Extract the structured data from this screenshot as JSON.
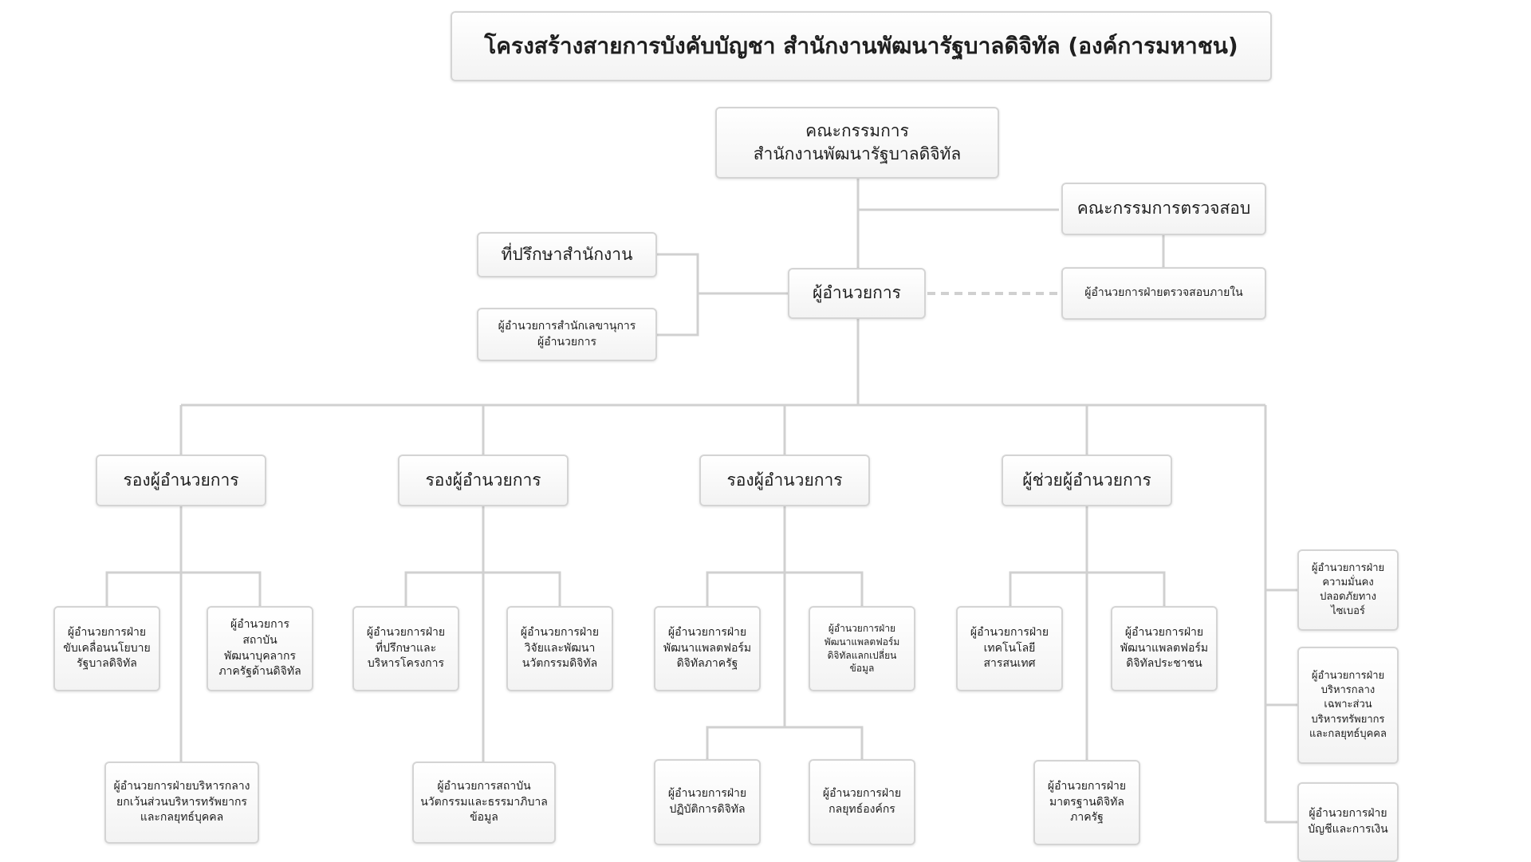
{
  "title": "โครงสร้างสายการบังคับบัญชา สำนักงานพัฒนารัฐบาลดิจิทัล (องค์การมหาชน)",
  "nodes": {
    "board": "คณะกรรมการ\nสำนักงานพัฒนารัฐบาลดิจิทัล",
    "audit_committee": "คณะกรรมการตรวจสอบ",
    "advisor": "ที่ปรึกษาสำนักงาน",
    "director_secretary": "ผู้อำนวยการสำนักเลขานุการ\nผู้อำนวยการ",
    "director": "ผู้อำนวยการ",
    "internal_audit": "ผู้อำนวยการฝ่ายตรวจสอบภายใน",
    "deputy_1": "รองผู้อำนวยการ",
    "deputy_2": "รองผู้อำนวยการ",
    "deputy_3": "รองผู้อำนวยการ",
    "assistant": "ผู้ช่วยผู้อำนวยการ",
    "d1_policy": "ผู้อำนวยการฝ่าย\nขับเคลื่อนนโยบาย\nรัฐบาลดิจิทัล",
    "d1_institute": "ผู้อำนวยการสถาบัน\nพัฒนาบุคลากร\nภาครัฐด้านดิจิทัล",
    "d1_central_admin": "ผู้อำนวยการฝ่ายบริหารกลาง\nยกเว้นส่วนบริหารทรัพยากร\nและกลยุทธ์บุคคล",
    "d2_consult": "ผู้อำนวยการฝ่าย\nที่ปรึกษาและ\nบริหารโครงการ",
    "d2_research": "ผู้อำนวยการฝ่าย\nวิจัยและพัฒนา\nนวัตกรรมดิจิทัล",
    "d2_innovation_institute": "ผู้อำนวยการสถาบัน\nนวัตกรรมและธรรมาภิบาล\nข้อมูล",
    "d3_gov_platform": "ผู้อำนวยการฝ่าย\nพัฒนาแพลตฟอร์ม\nดิจิทัลภาครัฐ",
    "d3_exchange_platform": "ผู้อำนวยการฝ่าย\nพัฒนาแพลตฟอร์ม\nดิจิทัลแลกเปลี่ยนข้อมูล",
    "d3_operations": "ผู้อำนวยการฝ่าย\nปฏิบัติการดิจิทัล",
    "d3_strategy": "ผู้อำนวยการฝ่าย\nกลยุทธ์องค์กร",
    "a_it": "ผู้อำนวยการฝ่าย\nเทคโนโลยีสารสนเทศ",
    "a_citizen_platform": "ผู้อำนวยการฝ่าย\nพัฒนาแพลตฟอร์ม\nดิจิทัลประชาชน",
    "a_standards": "ผู้อำนวยการฝ่าย\nมาตรฐานดิจิทัล\nภาครัฐ",
    "r_cyber": "ผู้อำนวยการฝ่าย\nความมั่นคง\nปลอดภัยทาง\nไซเบอร์",
    "r_central_hr": "ผู้อำนวยการฝ่าย\nบริหารกลาง\nเฉพาะส่วน\nบริหารทรัพยากร\nและกลยุทธ์บุคคล",
    "r_finance": "ผู้อำนวยการฝ่าย\nบัญชีและการเงิน"
  },
  "colors": {
    "line": "#d0d0d0",
    "dashed_line": "#d0d0d0",
    "border": "#d4d4d4"
  }
}
